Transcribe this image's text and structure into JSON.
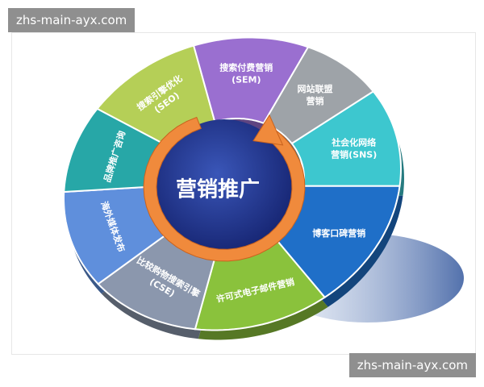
{
  "watermark": {
    "top": "zhs-main-ayx.com",
    "bottom": "zhs-main-ayx.com"
  },
  "center_label": "营销推广",
  "segments": [
    {
      "id": "seo",
      "lines": [
        "搜索引擎优化",
        "(SEO)"
      ],
      "color": "#b5cf57"
    },
    {
      "id": "sem",
      "lines": [
        "搜索付费营销",
        "(SEM)"
      ],
      "color": "#9a6fd0"
    },
    {
      "id": "alliance",
      "lines": [
        "网站联盟",
        "营销"
      ],
      "color": "#9ea3a8"
    },
    {
      "id": "sns",
      "lines": [
        "社会化网络",
        "营销(SNS)"
      ],
      "color": "#3dc7cf"
    },
    {
      "id": "blog",
      "lines": [
        "博客口碑营销"
      ],
      "color": "#1f6fc8"
    },
    {
      "id": "email",
      "lines": [
        "许可式电子邮件营销"
      ],
      "color": "#8ac23c"
    },
    {
      "id": "cse",
      "lines": [
        "比较购物搜索引擎",
        "(CSE)"
      ],
      "color": "#8b97ad"
    },
    {
      "id": "media",
      "lines": [
        "海外媒体发布"
      ],
      "color": "#5f8fdc"
    },
    {
      "id": "brand",
      "lines": [
        "品牌推广咨询"
      ],
      "color": "#27a7a7"
    }
  ],
  "colors": {
    "center": "#1d2f8a",
    "arrow": "#f08a3c",
    "shadow": "#5f7fb8"
  }
}
